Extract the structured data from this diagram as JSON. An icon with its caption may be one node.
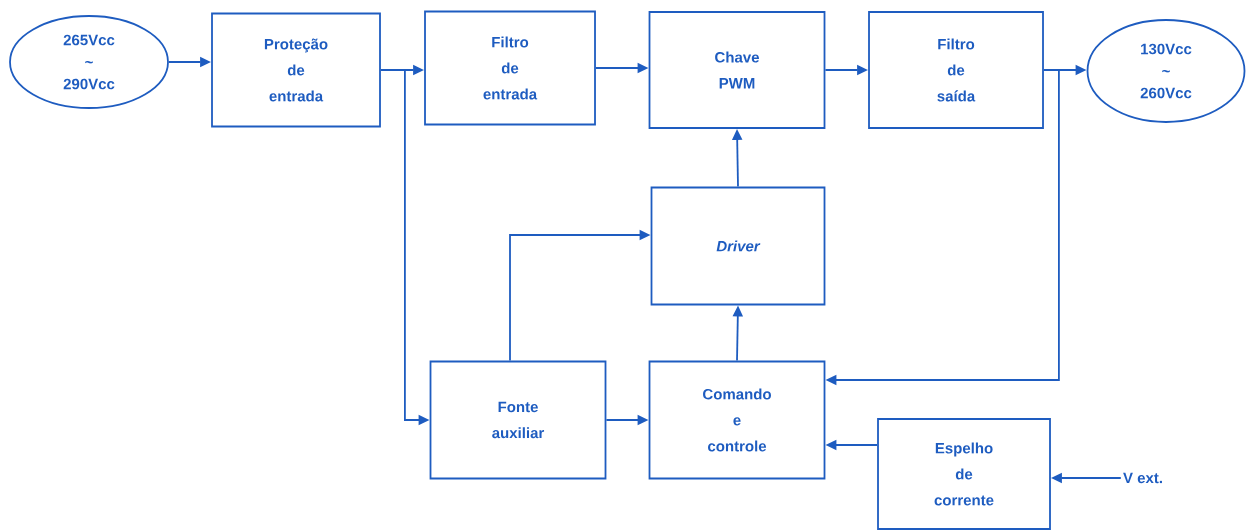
{
  "diagram": {
    "nodes": [
      {
        "text": [
          "265Vcc ~ 290Vcc"
        ]
      },
      {
        "text": [
          "Proteção de entrada"
        ]
      },
      {
        "text": [
          "Filtro de entrada"
        ]
      },
      {
        "text": [
          "Chave PWM"
        ]
      },
      {
        "text": [
          "Filtro de saída"
        ]
      },
      {
        "text": [
          "130Vcc ~ 260Vcc"
        ]
      },
      {
        "text": [
          "Driver"
        ]
      },
      {
        "text": [
          "Fonte auxiliar"
        ]
      },
      {
        "text": [
          "Comando e controle"
        ]
      },
      {
        "text": [
          "Espelho de corrente"
        ]
      },
      {
        "text": [
          "V ext."
        ]
      }
    ],
    "edges": [
      {
        "from": 0,
        "to": 1,
        "arrow": "to"
      },
      {
        "from": 1,
        "to": 2,
        "arrow": "to"
      },
      {
        "from": 1,
        "to": 7,
        "arrow": "to"
      },
      {
        "from": 2,
        "to": 3,
        "arrow": "to"
      },
      {
        "from": 3,
        "to": 4,
        "arrow": "to"
      },
      {
        "from": 4,
        "to": 5,
        "arrow": "to"
      },
      {
        "from": 4,
        "to": 8,
        "arrow": "to"
      },
      {
        "from": 6,
        "to": 3,
        "arrow": "to"
      },
      {
        "from": 8,
        "to": 6,
        "arrow": "to"
      },
      {
        "from": 7,
        "to": 6,
        "arrow": "to"
      },
      {
        "from": 7,
        "to": 8,
        "arrow": "to"
      },
      {
        "from": 9,
        "to": 8,
        "arrow": "to"
      },
      {
        "from": 10,
        "to": 9,
        "arrow": "to"
      }
    ]
  }
}
